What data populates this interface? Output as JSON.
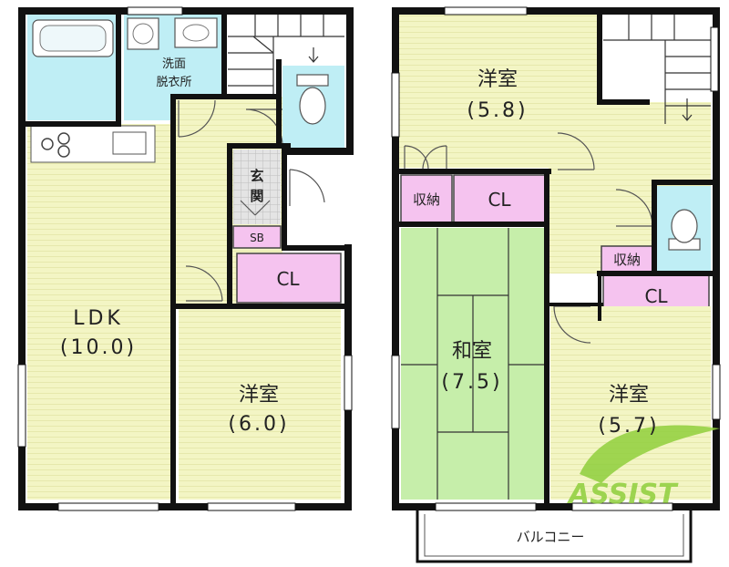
{
  "floor1": {
    "washroom": [
      "洗面",
      "脱衣所"
    ],
    "entrance": [
      "玄",
      "関"
    ],
    "shoe_box": "SB",
    "closet": "CL",
    "ldk": {
      "name": "LDK",
      "size": "(10.0)"
    },
    "western_room": {
      "name": "洋室",
      "size": "(6.0)"
    }
  },
  "floor2": {
    "western_room_north": {
      "name": "洋室",
      "size": "(5.8)"
    },
    "storage_left": "収納",
    "closet_north": "CL",
    "japanese_room": {
      "name": "和室",
      "size": "(7.5)"
    },
    "storage_right": "収納",
    "closet_east": "CL",
    "western_room_south": {
      "name": "洋室",
      "size": "(5.7)"
    },
    "balcony": "バルコニー"
  },
  "logo": {
    "text": "ASSIST"
  },
  "colors": {
    "wall": "#111111",
    "room_floor": "#f3f5c4",
    "wet_area": "#bfeef5",
    "closet": "#f5c3ef",
    "tatami": "#c6eeaa",
    "entrance": "#e4e4e4",
    "logo": "#8fcf3c"
  }
}
